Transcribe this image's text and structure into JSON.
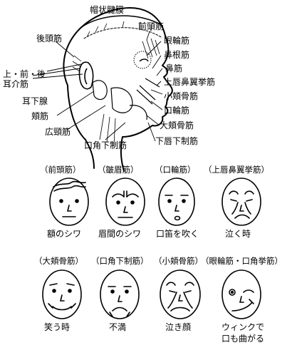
{
  "head_diagram": {
    "muscle_labels": {
      "galea": "帽状腱膜",
      "occipital": "後頭筋",
      "frontal": "前頭筋",
      "orbicularis_oculi": "眼輪筋",
      "procerus": "鼻根筋",
      "nasalis": "鼻筋",
      "levator_labii_alaeque": "上唇鼻翼挙筋",
      "ear_muscles_line1": "上・前・後",
      "ear_muscles_line2": "耳介筋",
      "zygomaticus_minor": "小頬骨筋",
      "parotid": "耳下腺",
      "orbicularis_oris": "口輪筋",
      "buccinator": "頬筋",
      "zygomaticus_major": "大頬骨筋",
      "platysma": "広頸筋",
      "depressor_labii_inferioris": "下唇下制筋",
      "depressor_anguli_oris": "口角下制筋"
    }
  },
  "expressions_row1": [
    {
      "muscle": "（前頭筋）",
      "caption": "額のシワ"
    },
    {
      "muscle": "（皺眉筋）",
      "caption": "眉間のシワ"
    },
    {
      "muscle": "（口輪筋）",
      "caption": "口笛を吹く"
    },
    {
      "muscle": "（上唇鼻翼挙筋）",
      "caption": "泣く時"
    }
  ],
  "expressions_row2": [
    {
      "muscle": "（大頬骨筋）",
      "caption": "笑う時"
    },
    {
      "muscle": "（口角下制筋）",
      "caption": "不満"
    },
    {
      "muscle": "（小頬骨筋）",
      "caption": "泣き顔"
    },
    {
      "muscle": "（眼輪筋・口角挙筋）",
      "caption_line1": "ウィンクで",
      "caption_line2": "口も曲がる"
    }
  ]
}
